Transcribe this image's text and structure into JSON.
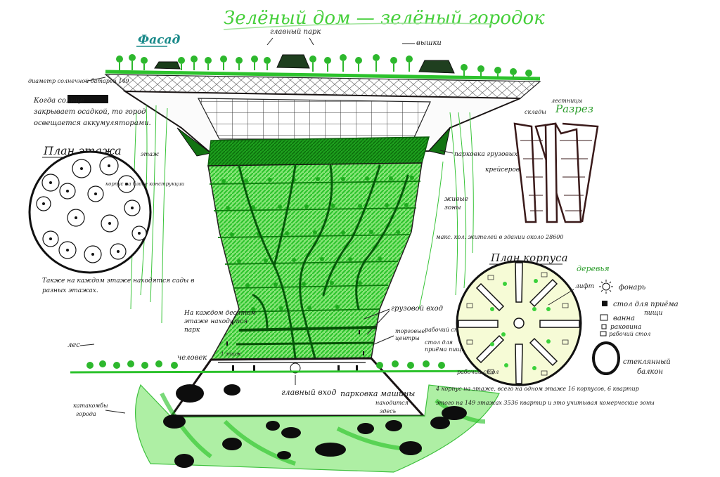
{
  "title": "Зелёный дом — зелёный городок",
  "labels": {
    "facade": "Фасад",
    "main_park": "главный парк",
    "towers": "вышки",
    "solar_battery_diameter": "диаметр солнечной батареи 149",
    "sun_note_1": "Когда солнце",
    "sun_note_2": "закрывает осадкой, то город",
    "sun_note_3": "освещается аккумуляторами.",
    "floor_plan_title": "План этажа",
    "floor": "этаж",
    "housing_blocks": "корпус на блоке конструкции",
    "gardens_note_1": "Также на каждом этаже находятся сады в",
    "gardens_note_2": "разных этажах.",
    "every_tenth_floor_1": "На каждом десятом",
    "every_tenth_floor_2": "этаже находится",
    "every_tenth_floor_3": "парк",
    "forest": "лес",
    "person": "человек",
    "first_floor": "1 этаж",
    "main_entrance": "главный вход",
    "parking_here_1": "парковка машины",
    "parking_here_2": "находится",
    "parking_here_3": "здесь",
    "cargo_entrance": "грузовой вход",
    "shopping_centers_1": "торговые",
    "shopping_centers_2": "центры",
    "work_desk": "рабочий стол",
    "reception_desk_1": "стол для",
    "reception_desk_2": "приёма пищи",
    "parking_cargo_1": "парковка грузовых",
    "parking_cargo_2": "крейсеров",
    "living_zones_1": "живые",
    "living_zones_2": "зоны",
    "max_residents": "макс. кол. жителей в здании около 28600",
    "section_title": "Разрез",
    "stairs": "лестницы",
    "cargo": "склады",
    "plan_block_title": "План корпуса",
    "trees": "деревья",
    "elevator": "лифт",
    "lantern": "фонарь",
    "desk_for_meals_1": "стол для приёма",
    "desk_for_meals_2": "пищи",
    "bath": "ванна",
    "sink": "раковина",
    "work_desk_legend": "рабочий стол",
    "glass_balcony_1": "стеклянный",
    "glass_balcony_2": "балкон",
    "work_desk_bottom": "рабочий стол",
    "underground_caves_1": "катакомбы",
    "underground_caves_2": "города",
    "bottom_note_1": "4 корпус на этаже, всего на одном этаже 16 корпусов, 6 квартир",
    "bottom_note_2": "этого на 149 этажах 3536 квартир и это учитывая комерческие зоны"
  },
  "colors": {
    "title_green": "#45cf3a",
    "bright_green": "#22c21a",
    "dark_green": "#128a12",
    "ink": "#1a1414",
    "pale_green": "#f3fae0"
  }
}
